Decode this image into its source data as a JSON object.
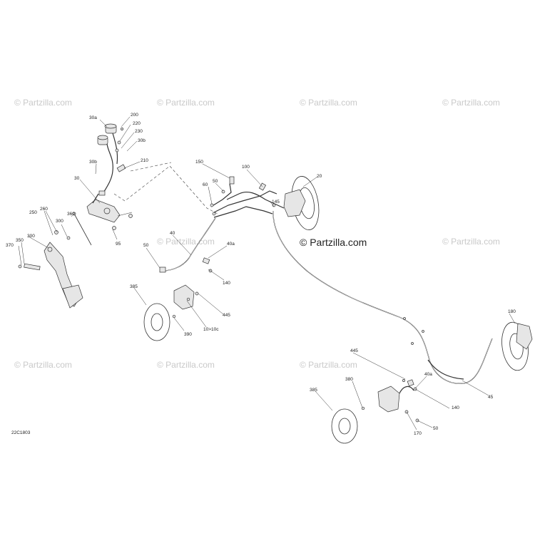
{
  "watermark": "© Partzilla.com",
  "brand": "© Partzilla.com",
  "diagram_code": "22C1803",
  "labels": {
    "l200": "200",
    "l30a": "30a",
    "l220": "220",
    "l230": "230",
    "l30b_top": "30b",
    "l210": "210",
    "l30b": "30b",
    "l30": "30",
    "l95": "95",
    "l250": "250",
    "l260": "260",
    "l300a": "300",
    "l360": "360",
    "l300b": "300",
    "l370": "370",
    "l350": "350",
    "l150": "150",
    "l100": "100",
    "l50a": "50",
    "l60": "60",
    "l145": "145",
    "l20": "20",
    "l40": "40",
    "l40a_top": "40a",
    "l50b": "50",
    "l140a": "140",
    "l385a": "385",
    "l445a": "445",
    "l390a": "390",
    "l10": "10>10c",
    "l180": "180",
    "l445b": "445",
    "l40a_bot": "40a",
    "l380": "380",
    "l385b": "385",
    "l140b": "140",
    "l45": "45",
    "l50c": "50",
    "l170": "170"
  }
}
